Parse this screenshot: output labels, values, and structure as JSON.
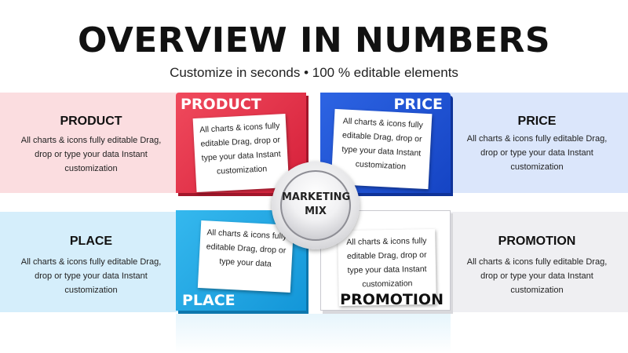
{
  "header": {
    "title": "OVERVIEW IN NUMBERS",
    "subtitle": "Customize in seconds • 100 % editable elements"
  },
  "hub": {
    "line1": "MARKETING",
    "line2": "MIX"
  },
  "sections": {
    "product": {
      "side_title": "PRODUCT",
      "side_text": "All charts & icons fully editable Drag, drop or type your data Instant customization",
      "quad_label": "PRODUCT",
      "card_text": "All charts & icons fully editable Drag, drop or type your data Instant customization",
      "color": "#e02b44"
    },
    "price": {
      "side_title": "PRICE",
      "side_text": "All charts & icons fully editable Drag, drop or type your data Instant customization",
      "quad_label": "PRICE",
      "card_text": "All charts & icons fully editable Drag, drop or type your data Instant customization",
      "color": "#1f52d6"
    },
    "place": {
      "side_title": "PLACE",
      "side_text": "All charts & icons fully editable Drag, drop or type your data Instant customization",
      "quad_label": "PLACE",
      "card_text": "All charts & icons fully editable Drag, drop or type your data",
      "color": "#22a8e6"
    },
    "promotion": {
      "side_title": "PROMOTION",
      "side_text": "All charts & icons fully editable Drag, drop or type your data Instant customization",
      "quad_label": "PROMOTION",
      "card_text": "All charts & icons fully editable Drag, drop or type your data Instant customization",
      "color": "#ffffff"
    }
  }
}
